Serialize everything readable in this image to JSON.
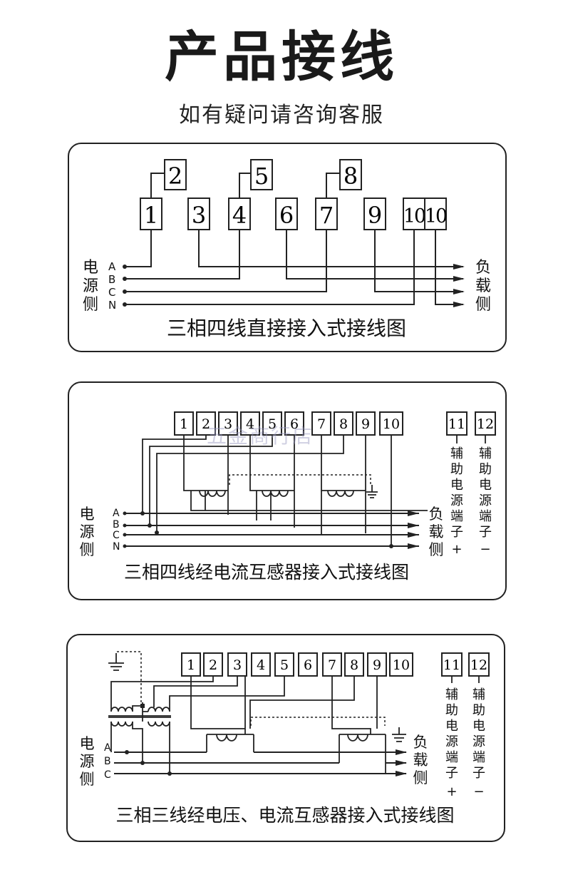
{
  "header": {
    "title": "产品接线",
    "subtitle": "如有疑问请咨询客服"
  },
  "watermark": "五金商行店",
  "common": {
    "source_side": [
      "电",
      "源",
      "侧"
    ],
    "load_side": [
      "负",
      "载",
      "侧"
    ],
    "aux_label": [
      "辅",
      "助",
      "电",
      "源",
      "端",
      "子"
    ],
    "plus": "+",
    "minus": "−"
  },
  "panel1": {
    "phases": [
      "A",
      "B",
      "C",
      "N"
    ],
    "top_terminals": [
      "2",
      "5",
      "8"
    ],
    "terminals": [
      "1",
      "3",
      "4",
      "6",
      "7",
      "9",
      "10",
      "10"
    ],
    "caption": "三相四线直接接入式接线图"
  },
  "panel2": {
    "phases": [
      "A",
      "B",
      "C",
      "N"
    ],
    "terminals": [
      "1",
      "2",
      "3",
      "4",
      "5",
      "6",
      "7",
      "8",
      "9",
      "10"
    ],
    "aux_terminals": [
      "11",
      "12"
    ],
    "caption": "三相四线经电流互感器接入式接线图"
  },
  "panel3": {
    "phases": [
      "A",
      "B",
      "C"
    ],
    "terminals": [
      "1",
      "2",
      "3",
      "4",
      "5",
      "6",
      "7",
      "8",
      "9",
      "10"
    ],
    "aux_terminals": [
      "11",
      "12"
    ],
    "caption": "三相三线经电压、电流互感器接入式接线图"
  }
}
